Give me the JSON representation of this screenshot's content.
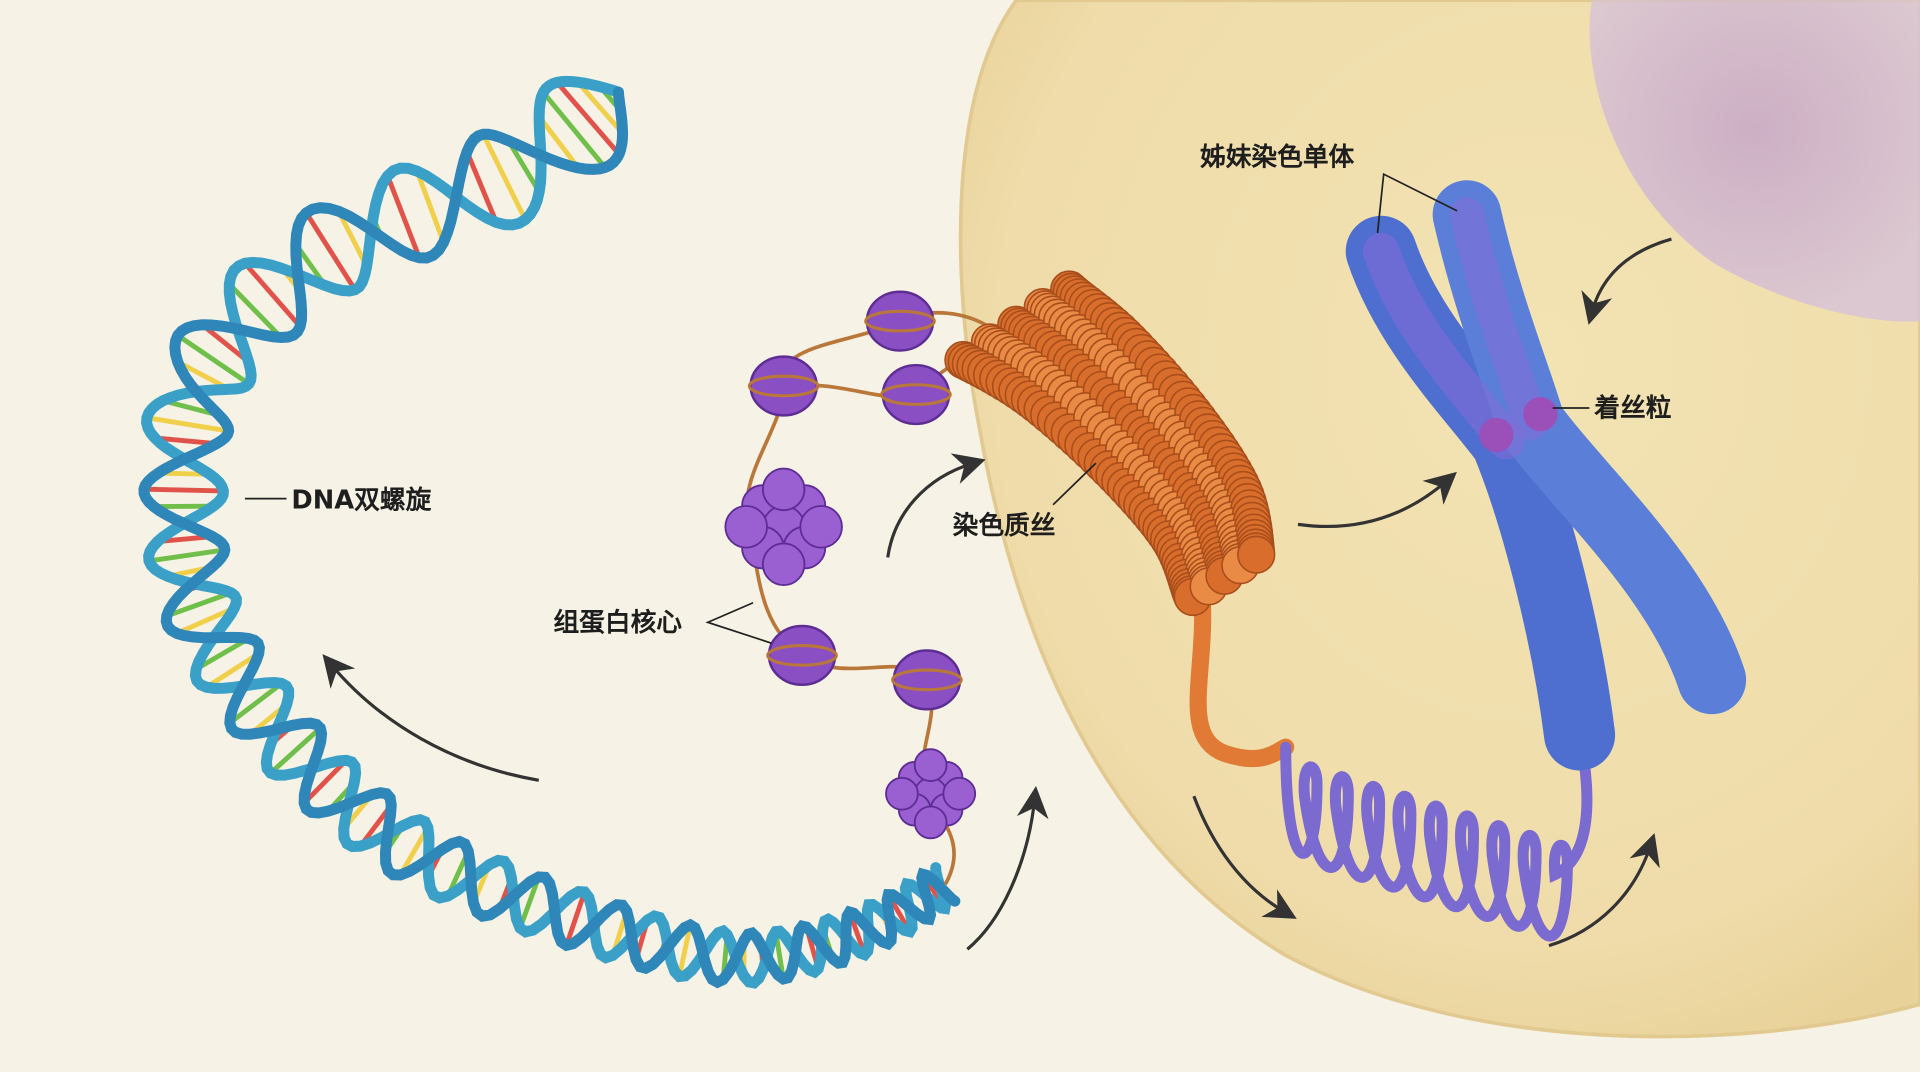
{
  "title": "DNA to chromosome packaging diagram",
  "labels": {
    "dna": "DNA双螺旋",
    "histone": "组蛋白核心",
    "chromatin": "染色质丝",
    "sister": "姊妹染色单体",
    "centromere": "着丝粒"
  },
  "colors": {
    "background": "#f6f2e5",
    "cell": "#f0dfae",
    "nucleus": "#c7a9c9",
    "dna_strand": "#3aa0c8",
    "base_red": "#e0524a",
    "base_green": "#6fbf4a",
    "base_yellow": "#f0cf4a",
    "nucleosome": "#8a4fc2",
    "chromatin_fiber": "#e07a35",
    "chromosome": "#5b7fd8",
    "coil": "#7b6ad0"
  }
}
